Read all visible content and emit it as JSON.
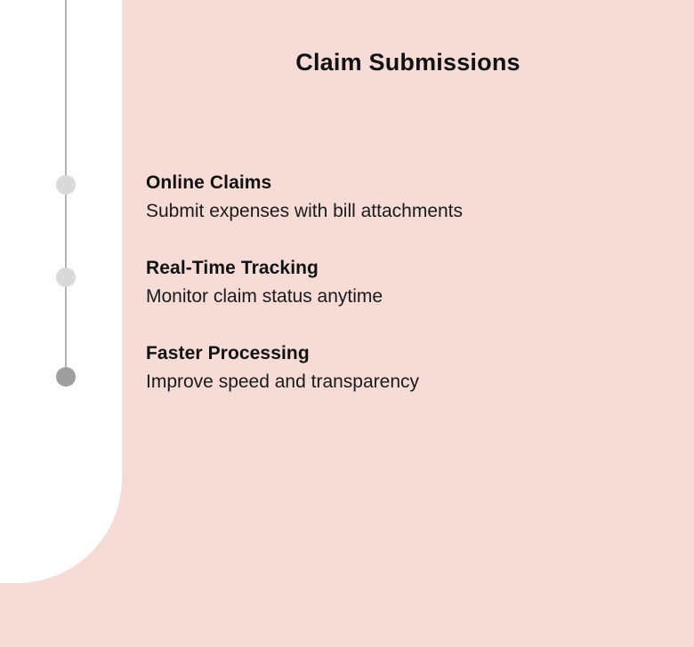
{
  "theme": {
    "background_color": "#f6dbd7",
    "panel_color": "#ffffff",
    "line_color": "#b3b3b3",
    "dot_inactive_color": "#d9d9d9",
    "dot_active_color": "#9e9e9e",
    "text_color": "#111111"
  },
  "header": {
    "title": "Claim Submissions"
  },
  "timeline": {
    "markers": [
      {
        "name": "timeline-dot-online-claims",
        "state": "inactive"
      },
      {
        "name": "timeline-dot-real-time-tracking",
        "state": "inactive"
      },
      {
        "name": "timeline-dot-faster-processing",
        "state": "active"
      }
    ]
  },
  "items": [
    {
      "title": "Online Claims",
      "description": "Submit expenses with bill attachments"
    },
    {
      "title": "Real-Time Tracking",
      "description": "Monitor claim status anytime"
    },
    {
      "title": "Faster Processing",
      "description": "Improve speed and transparency"
    }
  ]
}
